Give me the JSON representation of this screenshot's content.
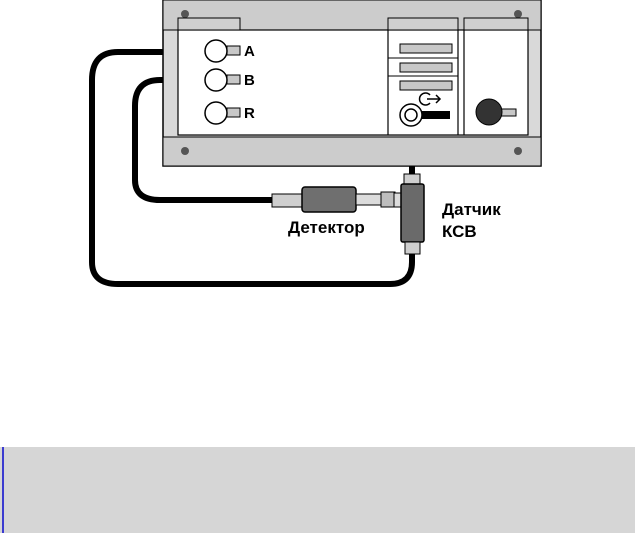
{
  "ports": {
    "a": "A",
    "b": "B",
    "r": "R"
  },
  "labels": {
    "detector": "Детектор",
    "swr_line1": "Датчик",
    "swr_line2": "КСВ"
  },
  "colors": {
    "instrument_body": "#d9d9d9",
    "inner_panel": "#ffffff",
    "cable": "#000000",
    "detector_body": "#6f6f6f",
    "swr_body": "#6a6a6a",
    "bottom_panel": "#d6d6d6",
    "accent_edge": "#3b3bd0"
  },
  "icons": {
    "output_port": "rf-output-arrow-icon"
  }
}
